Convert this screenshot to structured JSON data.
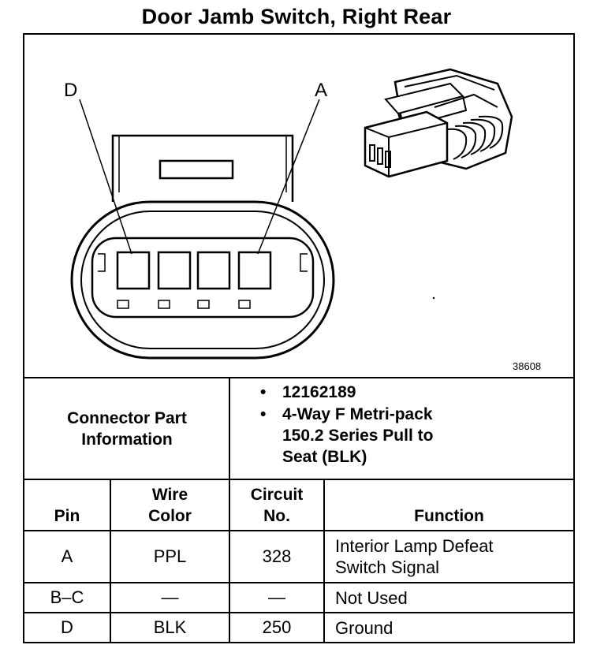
{
  "title": "Door Jamb Switch, Right Rear",
  "diagram": {
    "pin_callouts": [
      "D",
      "A"
    ],
    "figure_number": "38608"
  },
  "connector_info": {
    "label_line1": "Connector Part",
    "label_line2": "Information",
    "bullet": "•",
    "part_number": "12162189",
    "description_lines": [
      "4-Way F Metri-pack",
      "150.2 Series Pull to",
      "Seat (BLK)"
    ]
  },
  "table": {
    "headers": {
      "pin": "Pin",
      "wire_color_line1": "Wire",
      "wire_color_line2": "Color",
      "circuit_line1": "Circuit",
      "circuit_line2": "No.",
      "function": "Function"
    },
    "rows": [
      {
        "pin": "A",
        "wire": "PPL",
        "circuit": "328",
        "function_line1": "Interior Lamp Defeat",
        "function_line2": "Switch Signal"
      },
      {
        "pin": "B–C",
        "wire": "—",
        "circuit": "—",
        "function_line1": "Not Used",
        "function_line2": ""
      },
      {
        "pin": "D",
        "wire": "BLK",
        "circuit": "250",
        "function_line1": "Ground",
        "function_line2": ""
      }
    ]
  }
}
